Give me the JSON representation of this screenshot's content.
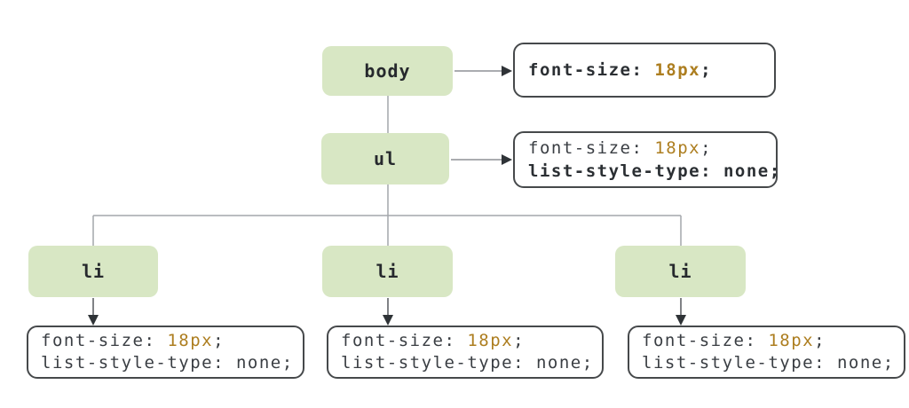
{
  "diagram": {
    "description": "CSS inheritance tree: body > ul > li x3 with computed style rules",
    "colors": {
      "node_fill": "#d8e7c4",
      "node_text": "#26292d",
      "rule_border": "#46494b",
      "code_text": "#3a3e43",
      "value_highlight": "#ad7e20",
      "tree_line": "#a3a7ab",
      "arrow_line": "#55595d",
      "arrowhead": "#2f3337"
    },
    "nodes": {
      "body": "body",
      "ul": "ul",
      "li_1": "li",
      "li_2": "li",
      "li_3": "li"
    },
    "rules": {
      "body": {
        "line1": {
          "prop": "font-size: ",
          "value": "18px",
          "end": ";"
        }
      },
      "ul": {
        "line1": {
          "prop": "font-size: ",
          "value": "18px",
          "end": ";"
        },
        "line2": {
          "prop": "list-style-type: ",
          "value": "none",
          "end": ";"
        }
      },
      "li_1": {
        "line1": {
          "prop": "font-size: ",
          "value": "18px",
          "end": ";"
        },
        "line2": {
          "prop": "list-style-type: ",
          "value": "none",
          "end": ";"
        }
      },
      "li_2": {
        "line1": {
          "prop": "font-size: ",
          "value": "18px",
          "end": ";"
        },
        "line2": {
          "prop": "list-style-type: ",
          "value": "none",
          "end": ";"
        }
      },
      "li_3": {
        "line1": {
          "prop": "font-size: ",
          "value": "18px",
          "end": ";"
        },
        "line2": {
          "prop": "list-style-type: ",
          "value": "none",
          "end": ";"
        }
      }
    }
  }
}
